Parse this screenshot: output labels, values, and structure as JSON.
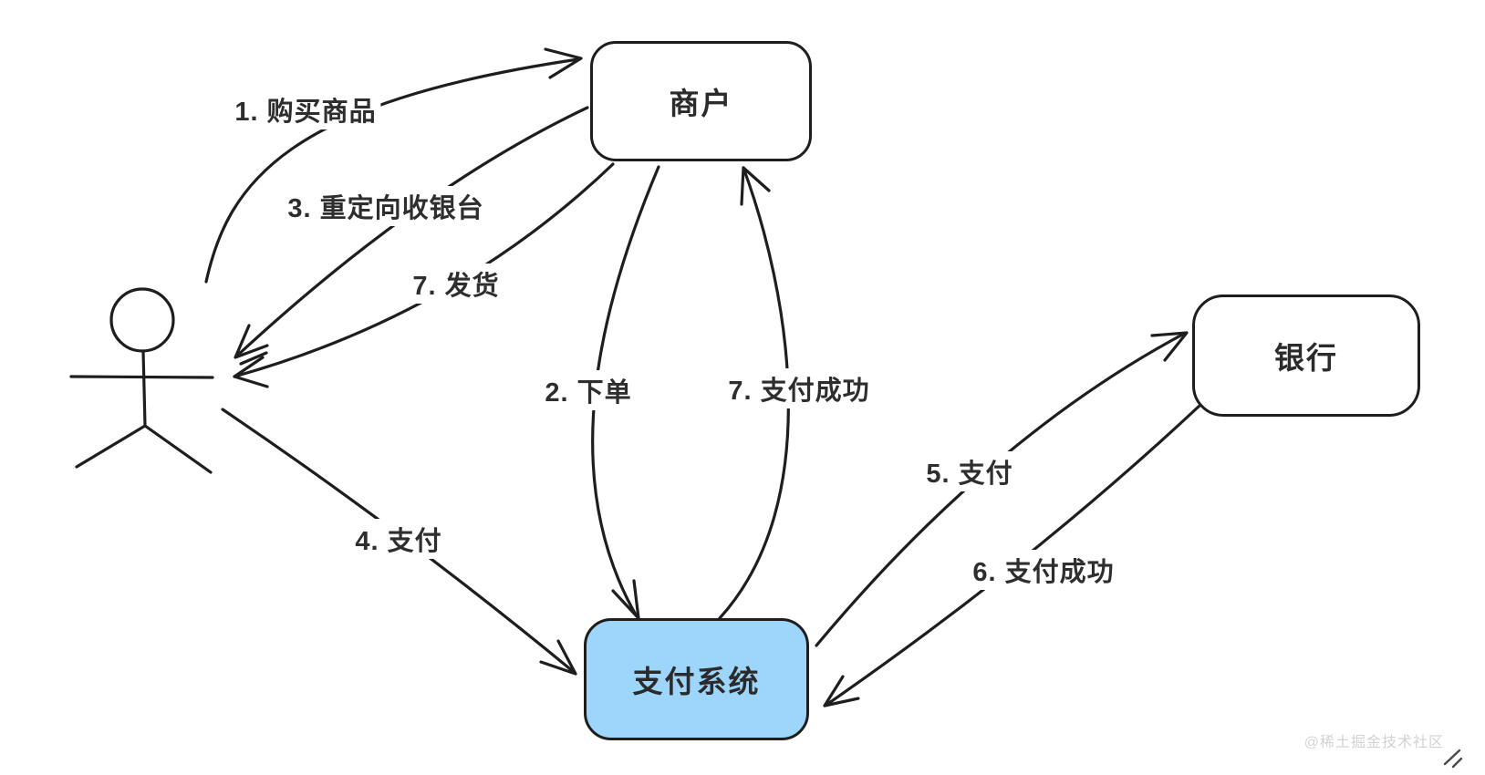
{
  "diagram": {
    "title_hint": "payment-flow-sketch",
    "colors": {
      "stroke": "#1e1e1e",
      "label_text": "#2e2e2e",
      "payment_node_fill": "#9ed5fb",
      "node_fill": "#ffffff",
      "watermark_text_color": "#d2d2d2",
      "background": "#ffffff"
    },
    "actor": {
      "id": "user",
      "type": "stick-figure"
    },
    "nodes": [
      {
        "id": "merchant",
        "label": "商户",
        "fill": "#ffffff"
      },
      {
        "id": "bank",
        "label": "银行",
        "fill": "#ffffff"
      },
      {
        "id": "payment-system",
        "label": "支付系统",
        "fill": "#9ed5fb"
      }
    ],
    "edges": [
      {
        "step": "1",
        "label": "1. 购买商品",
        "from": "user",
        "to": "merchant"
      },
      {
        "step": "2",
        "label": "2. 下单",
        "from": "merchant",
        "to": "payment-system"
      },
      {
        "step": "3",
        "label": "3. 重定向收银台",
        "from": "merchant",
        "to": "user"
      },
      {
        "step": "4",
        "label": "4. 支付",
        "from": "user",
        "to": "payment-system"
      },
      {
        "step": "5",
        "label": "5. 支付",
        "from": "payment-system",
        "to": "bank"
      },
      {
        "step": "6",
        "label": "6. 支付成功",
        "from": "bank",
        "to": "payment-system"
      },
      {
        "step": "7-ship",
        "label": "7. 发货",
        "from": "merchant",
        "to": "user"
      },
      {
        "step": "7-pay",
        "label": "7. 支付成功",
        "from": "payment-system",
        "to": "merchant"
      }
    ],
    "watermark": "@稀土掘金技术社区"
  }
}
